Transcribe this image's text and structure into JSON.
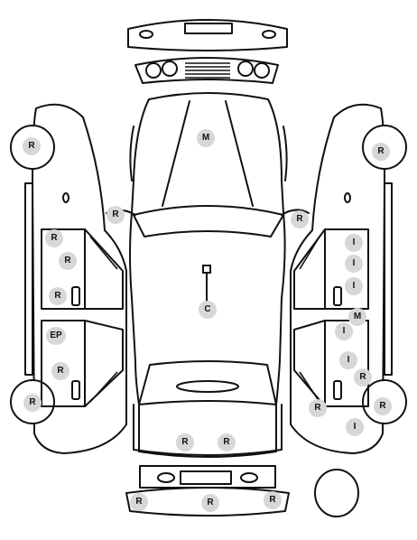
{
  "diagram": {
    "colors": {
      "outline": "#111111",
      "marker_fill": "#d7d7d7",
      "background": "#ffffff"
    },
    "markers": {
      "roof": "M",
      "mirror_left": "R",
      "mirror_right": "R",
      "cabin_center": "C",
      "trunk_1": "R",
      "trunk_2": "R",
      "rear_bumper_left": "R",
      "rear_bumper_center": "R",
      "rear_bumper_right": "R",
      "left_front_wheel": "R",
      "left_rear_wheel": "R",
      "left_front_door_1": "R",
      "left_front_door_2": "R",
      "left_front_door_3": "R",
      "left_rear_door_1": "EP",
      "left_rear_door_2": "R",
      "right_front_wheel": "R",
      "right_rear_wheel": "R",
      "right_front_door_1": "I",
      "right_front_door_2": "I",
      "right_front_door_3": "I",
      "right_pillar": "M",
      "right_rear_door_1": "I",
      "right_rear_door_2": "I",
      "right_rear_door_3": "R",
      "right_rear_arch": "R",
      "right_sill": "I"
    }
  }
}
